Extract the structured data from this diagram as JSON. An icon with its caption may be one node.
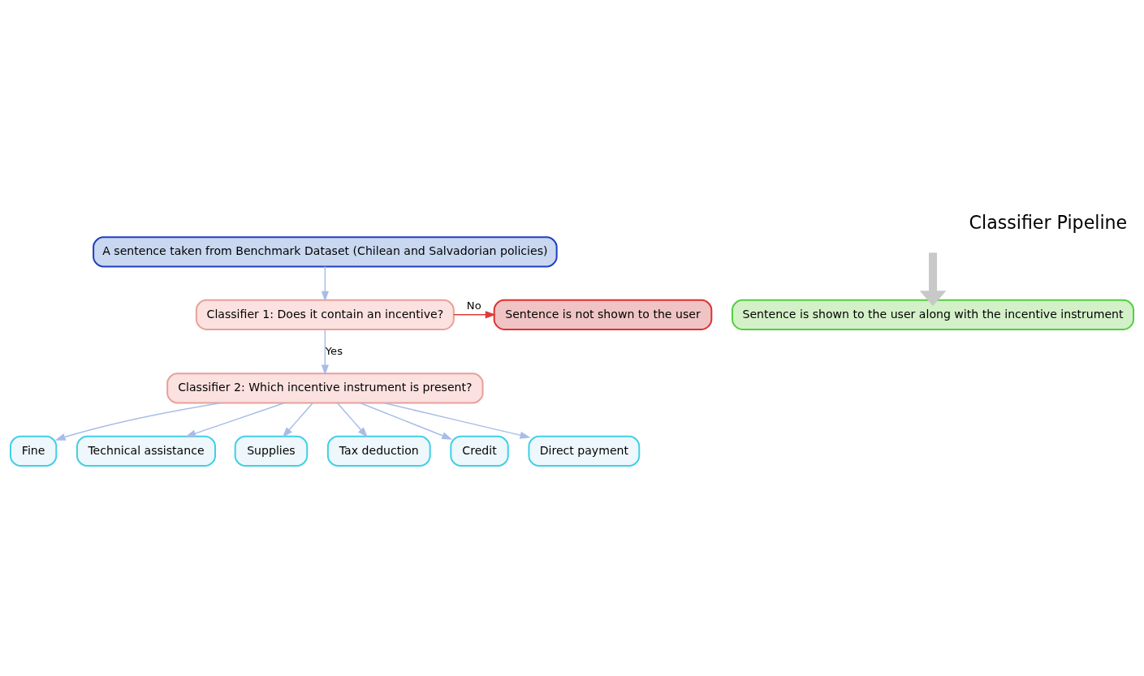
{
  "diagram": {
    "title": "Classifier Pipeline",
    "nodes": [
      {
        "text": [
          "A sentence taken from Benchmark Dataset (Chilean and Salvadorian policies)"
        ]
      },
      {
        "text": [
          "Classifier 1: Does it contain an incentive?"
        ]
      },
      {
        "text": [
          "Sentence is not shown to the user"
        ]
      },
      {
        "text": [
          "Classifier 2: Which incentive instrument is present?"
        ]
      },
      {
        "text": [
          "Fine"
        ]
      },
      {
        "text": [
          "Technical assistance"
        ]
      },
      {
        "text": [
          "Supplies"
        ]
      },
      {
        "text": [
          "Tax deduction"
        ]
      },
      {
        "text": [
          "Credit"
        ]
      },
      {
        "text": [
          "Direct payment"
        ]
      },
      {
        "text": [
          "Sentence is shown to the user along with the incentive instrument"
        ]
      }
    ],
    "edges": [
      {
        "from": 0,
        "to": 1,
        "arrow": "to"
      },
      {
        "from": 1,
        "to": 3,
        "arrow": "to",
        "label": "Yes"
      },
      {
        "from": 1,
        "to": 2,
        "arrow": "to",
        "label": "No",
        "color": "#e03a3a"
      },
      {
        "from": 3,
        "to": 4,
        "arrow": "to"
      },
      {
        "from": 3,
        "to": 5,
        "arrow": "to"
      },
      {
        "from": 3,
        "to": 6,
        "arrow": "to"
      },
      {
        "from": 3,
        "to": 7,
        "arrow": "to"
      },
      {
        "from": 3,
        "to": 8,
        "arrow": "to"
      },
      {
        "from": 3,
        "to": 9,
        "arrow": "to"
      },
      {
        "from": null,
        "to": 10,
        "arrow": "to",
        "style": "thick",
        "color": "#c8c8c8"
      }
    ]
  }
}
